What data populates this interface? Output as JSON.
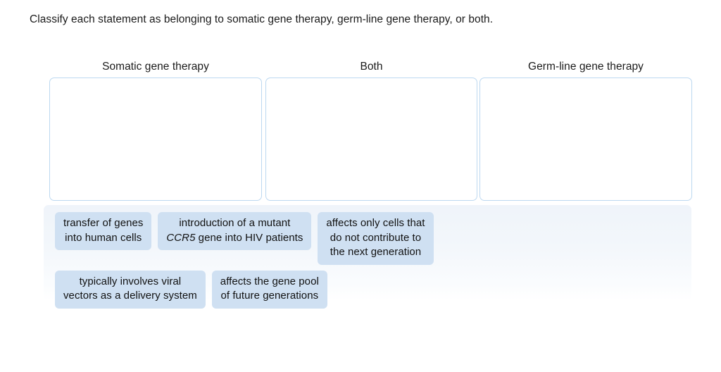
{
  "prompt": "Classify each statement as belonging to somatic gene therapy, germ-line gene therapy, or both.",
  "columns": [
    {
      "label": "Somatic gene therapy",
      "dropzone_name": "dropzone-somatic-gene-therapy",
      "items": []
    },
    {
      "label": "Both",
      "dropzone_name": "dropzone-both",
      "items": []
    },
    {
      "label": "Germ-line gene therapy",
      "dropzone_name": "dropzone-germ-line-gene-therapy",
      "items": []
    }
  ],
  "tile_tray": {
    "rows": [
      [
        {
          "id": "tile-transfer-of-genes",
          "lines": [
            "transfer of genes",
            "into human cells"
          ],
          "italic_token": ""
        },
        {
          "id": "tile-ccr5-hiv",
          "lines": [
            "introduction of a mutant",
            "CCR5 gene into HIV patients"
          ],
          "italic_token": "CCR5"
        },
        {
          "id": "tile-affects-only-cells",
          "lines": [
            "affects only cells that",
            "do not contribute to",
            "the next generation"
          ],
          "italic_token": ""
        }
      ],
      [
        {
          "id": "tile-viral-vectors",
          "lines": [
            "typically involves viral",
            "vectors as a delivery system"
          ],
          "italic_token": ""
        },
        {
          "id": "tile-gene-pool",
          "lines": [
            "affects the gene pool",
            "of future generations"
          ],
          "italic_token": ""
        }
      ]
    ]
  },
  "colors": {
    "page_background": "#ffffff",
    "text": "#1a1a1a",
    "dropzone_border": "#bcd8f0",
    "dropzone_fill": "#ffffff",
    "tile_background": "#cfe0f2",
    "tray_background": "#eff4fa"
  }
}
